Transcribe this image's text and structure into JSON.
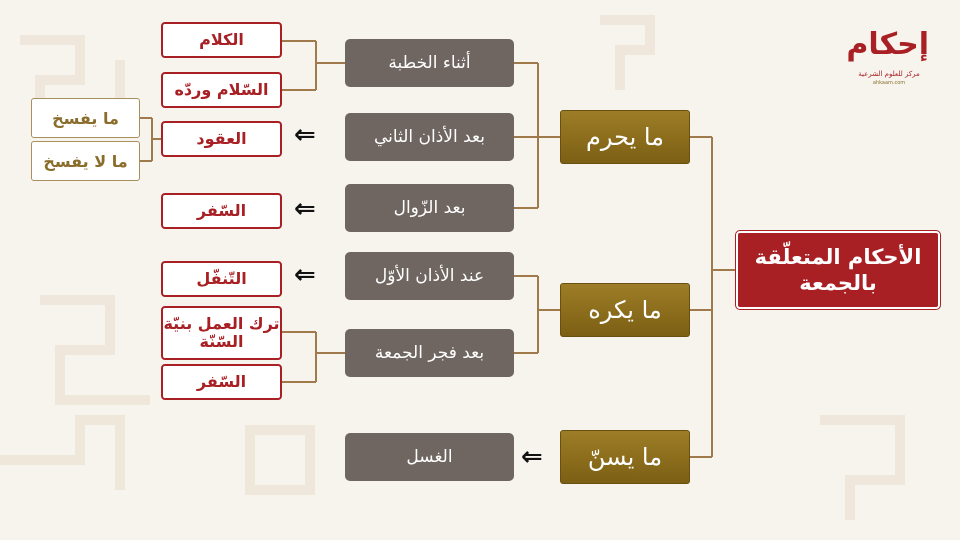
{
  "logo": {
    "name": "إحكام",
    "subtitle": "مركز للعلوم الشرعية",
    "url": "ahkaam.com"
  },
  "root": {
    "label": "الأحكام المتعلّقة بالجمعة"
  },
  "categories": [
    {
      "label": "ما يحرم"
    },
    {
      "label": "ما يكره"
    },
    {
      "label": "ما يسنّ"
    }
  ],
  "conditions": [
    {
      "label": "أثناء الخطبة"
    },
    {
      "label": "بعد الأذان الثاني"
    },
    {
      "label": "بعد الزّوال"
    },
    {
      "label": "عند الأذان الأوّل"
    },
    {
      "label": "بعد فجر الجمعة"
    },
    {
      "label": "الغسل"
    }
  ],
  "rulings": [
    {
      "label": "الكلام"
    },
    {
      "label": "السّلام وردّه"
    },
    {
      "label": "العقود"
    },
    {
      "label": "السّفر"
    },
    {
      "label": "التّنفّل"
    },
    {
      "label": "ترك العمل بنيّة السّنّة"
    },
    {
      "label": "السّفر"
    }
  ],
  "contract_outcomes": [
    {
      "label": "ما يفسخ"
    },
    {
      "label": "ما لا يفسخ"
    }
  ],
  "arrow_symbol": "⇐",
  "colors": {
    "root": "#a81f24",
    "gold": "#8a6c1c",
    "gray": "#6f6661",
    "line": "#a07a4a"
  }
}
